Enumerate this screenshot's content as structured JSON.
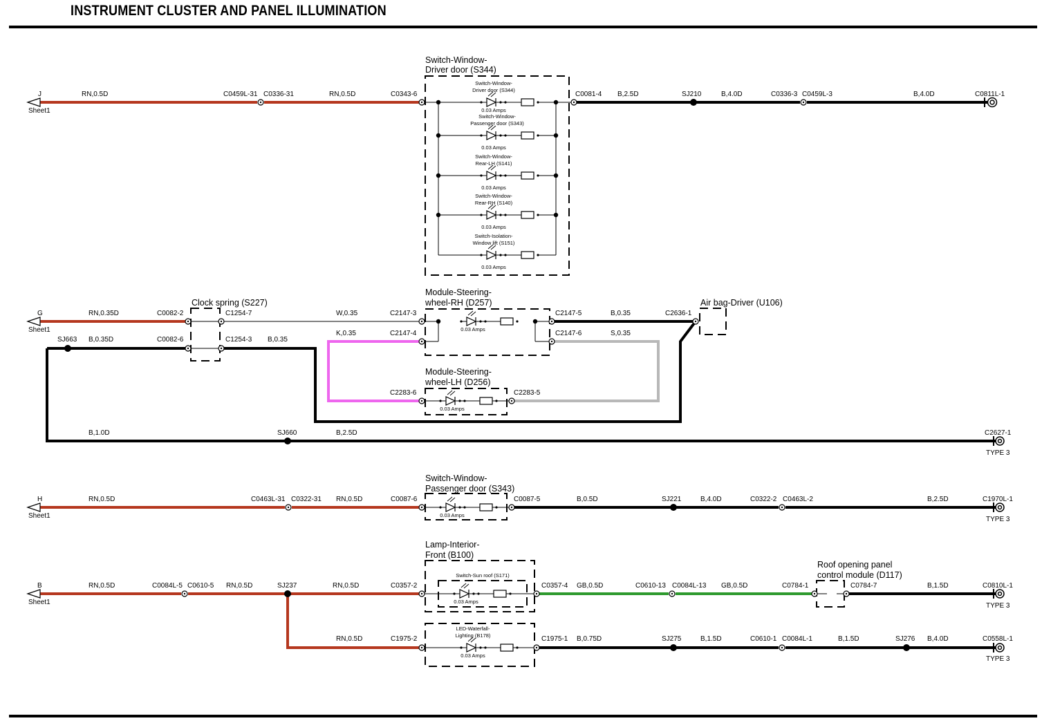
{
  "title": "INSTRUMENT CLUSTER AND PANEL ILLUMINATION",
  "colors": {
    "rn": "#b5371e",
    "b": "#000000",
    "gb": "#2e9a2e",
    "k": "#ee66ee",
    "s": "#b8b8b8",
    "w": "#000000"
  },
  "symbols": [
    "sheet-arrow",
    "connector-pin",
    "splice-dot",
    "ground-symbol",
    "dashed-component-box",
    "illuminated-led",
    "resistor"
  ],
  "labels": {
    "sheet": "Sheet1",
    "type3": "TYPE 3",
    "amps": "0.03 Amps",
    "j": "J",
    "g": "G",
    "h": "H",
    "b": "B",
    "rn_05d": "RN,0.5D",
    "rn_035d": "RN,0.35D",
    "b_25d": "B,2.5D",
    "b_40d": "B,4.0D",
    "b_035d": "B,0.35D",
    "b_035": "B,0.35",
    "w_035": "W,0.35",
    "k_035": "K,0.35",
    "s_035": "S,0.35",
    "b_10d": "B,1.0D",
    "b_05d": "B,0.5D",
    "gb_05d": "GB,0.5D",
    "b_15d": "B,1.5D",
    "b_075d": "B,0.75D",
    "c0459l_31": "C0459L-31",
    "c0336_31": "C0336-31",
    "c0343_6": "C0343-6",
    "c0081_4": "C0081-4",
    "sj210": "SJ210",
    "c0336_3": "C0336-3",
    "c0459l_3": "C0459L-3",
    "c0811l_1": "C0811L-1",
    "c0082_2": "C0082-2",
    "c1254_7": "C1254-7",
    "c2147_3": "C2147-3",
    "c2147_5": "C2147-5",
    "c2636_1": "C2636-1",
    "sj663": "SJ663",
    "c0082_6": "C0082-6",
    "c1254_3": "C1254-3",
    "c2147_4": "C2147-4",
    "c2147_6": "C2147-6",
    "c2283_6": "C2283-6",
    "c2283_5": "C2283-5",
    "sj660": "SJ660",
    "c2627_1": "C2627-1",
    "c0463l_31": "C0463L-31",
    "c0322_31": "C0322-31",
    "c0087_6": "C0087-6",
    "c0087_5": "C0087-5",
    "sj221": "SJ221",
    "c0322_2": "C0322-2",
    "c0463l_2": "C0463L-2",
    "c1970l_1": "C1970L-1",
    "c0084l_5": "C0084L-5",
    "c0610_5": "C0610-5",
    "sj237": "SJ237",
    "c0357_2": "C0357-2",
    "c0357_4": "C0357-4",
    "c0610_13": "C0610-13",
    "c0084l_13": "C0084L-13",
    "c0784_1": "C0784-1",
    "c0784_7": "C0784-7",
    "c0810l_1": "C0810L-1",
    "c1975_2": "C1975-2",
    "c1975_1": "C1975-1",
    "sj275": "SJ275",
    "c0610_1": "C0610-1",
    "c0084l_1": "C0084L-1",
    "sj276": "SJ276",
    "c0558l_1": "C0558L-1"
  },
  "components": {
    "s344_a": "Switch-Window-",
    "s344_b": "Driver door (S344)",
    "s344_in_a": "Switch-Window-",
    "s344_in_b": "Driver door (S344)",
    "s343_in_a": "Switch-Window-",
    "s343_in_b": "Passenger door (S343)",
    "s141_a": "Switch-Window-",
    "s141_b": "Rear-LH (S141)",
    "s140_a": "Switch-Window-",
    "s140_b": "Rear-RH (S140)",
    "s151_a": "Switch-Isolation-",
    "s151_b": "Window lift (S151)",
    "s227": "Clock spring (S227)",
    "d257_a": "Module-Steering-",
    "d257_b": "wheel-RH (D257)",
    "u106": "Air bag-Driver (U106)",
    "d256_a": "Module-Steering-",
    "d256_b": "wheel-LH (D256)",
    "s343_a": "Switch-Window-",
    "s343_b": "Passenger door (S343)",
    "b100_a": "Lamp-Interior-",
    "b100_b": "Front (B100)",
    "s171": "Switch-Sun roof (S171)",
    "d117_a": "Roof opening panel",
    "d117_b": "control module (D117)",
    "b178_a": "LED-Waterfall-",
    "b178_b": "Lighting (B178)"
  }
}
